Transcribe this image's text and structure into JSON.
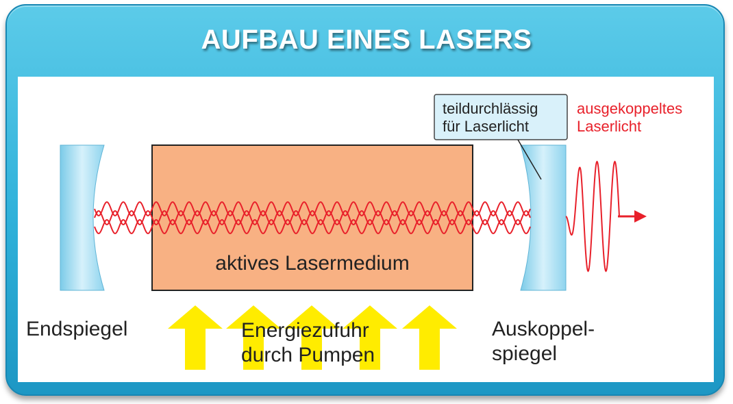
{
  "title": "AUFBAU EINES LASERS",
  "labels": {
    "medium": "aktives Lasermedium",
    "end_mirror": "Endspiegel",
    "energy_line1": "Energiezufuhr",
    "energy_line2": "durch Pumpen",
    "output_mirror_line1": "Auskoppel-",
    "output_mirror_line2": "spiegel",
    "callout_line1": "teildurchlässig",
    "callout_line2": "für Laserlicht",
    "output_light_line1": "ausgekoppeltes",
    "output_light_line2": "Laserlicht"
  },
  "colors": {
    "frame": "#2fb1da",
    "medium_fill": "#f8b183",
    "wave": "#e8202a",
    "arrow": "#ffec00",
    "mirror": "#a9def2",
    "callout_bg": "#d9f1fa",
    "output_text": "#e8202a"
  }
}
